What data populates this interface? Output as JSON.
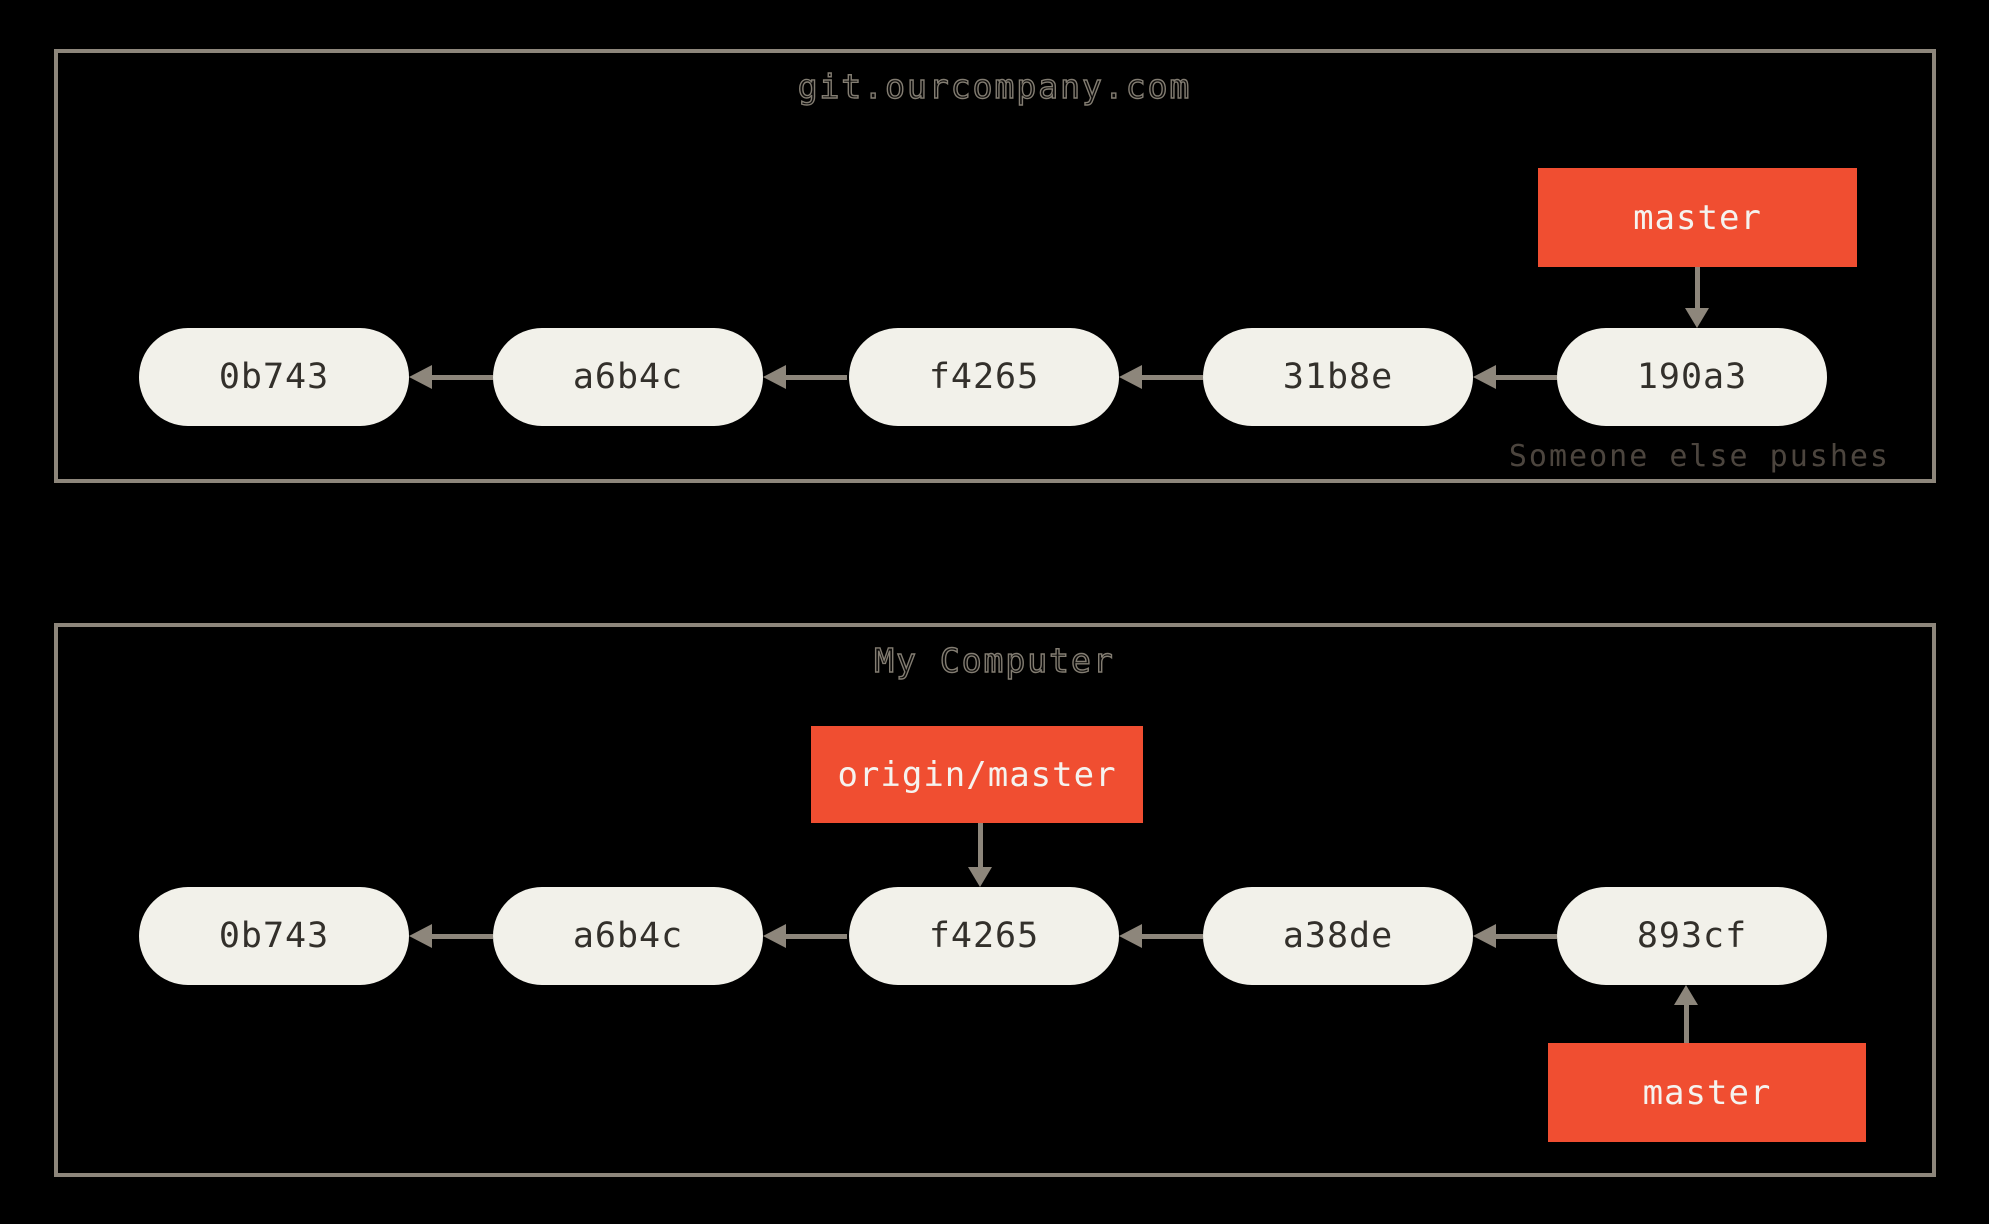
{
  "server": {
    "title": "git.ourcompany.com",
    "commits": [
      "0b743",
      "a6b4c",
      "f4265",
      "31b8e",
      "190a3"
    ],
    "branch_label": "master",
    "branch_points_to": "190a3",
    "annotation": "Someone else pushes"
  },
  "local": {
    "title": "My Computer",
    "commits": [
      "0b743",
      "a6b4c",
      "f4265",
      "a38de",
      "893cf"
    ],
    "remote_branch_label": "origin/master",
    "remote_branch_points_to": "f4265",
    "branch_label": "master",
    "branch_points_to": "893cf"
  },
  "colors": {
    "background": "#000000",
    "box_border_gray": "#8d867b",
    "commit_node_fill": "#f2f1ea",
    "commit_node_text": "#33302b",
    "branch_accent_red": "#f04e31",
    "branch_text": "#f5f3ef",
    "annotation_text": "#4c453e"
  }
}
